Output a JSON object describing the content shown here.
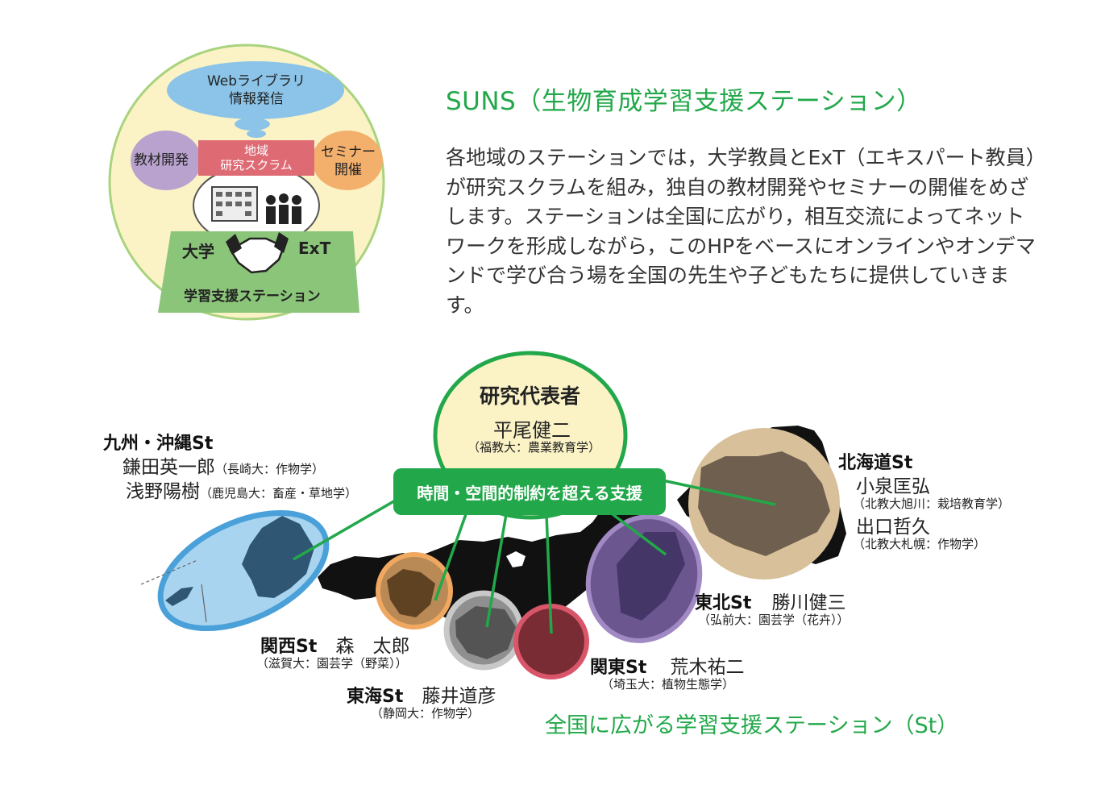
{
  "suns": {
    "title": "SUNS（生物育成学習支援ステーション）",
    "description": "各地域のステーションでは，大学教員とExT（エキスパート教員）が研究スクラムを組み，独自の教材開発やセミナーの開催をめざします。ステーションは全国に広がり，相互交流によってネットワークを形成しながら，このHPをベースにオンラインやオンデマンドで学び合う場を全国の先生や子どもたちに提供していきます。"
  },
  "concept": {
    "web_library": "Webライブラリ",
    "info_dissemination": "情報発信",
    "materials": "教材開発",
    "region": "地域",
    "research_scrum": "研究スクラム",
    "seminar": "セミナー",
    "seminar_held": "開催",
    "university": "大学",
    "ext": "ExT",
    "station": "学習支援ステーション"
  },
  "lead": {
    "title": "研究代表者",
    "name": "平尾健二",
    "affiliation": "（福教大：農業教育学）",
    "banner": "時間・空間的制約を超える支援"
  },
  "stations": {
    "kyushu": {
      "name": "九州・沖縄St",
      "p1": "鎌田英一郎",
      "a1": "（長崎大：作物学）",
      "p2": "浅野陽樹",
      "a2": "（鹿児島大：畜産・草地学）",
      "color": "#5aaee0"
    },
    "kansai": {
      "name": "関西St",
      "p1": "森　太郎",
      "a1": "（滋賀大：園芸学（野菜））",
      "color": "#f0a860"
    },
    "tokai": {
      "name": "東海St",
      "p1": "藤井道彦",
      "a1": "（静岡大：作物学）",
      "color": "#b9b9b9"
    },
    "kanto": {
      "name": "関東St",
      "p1": "荒木祐二",
      "a1": "（埼玉大：植物生態学）",
      "color": "#d9566a"
    },
    "tohoku": {
      "name": "東北St",
      "p1": "勝川健三",
      "a1": "（弘前大：園芸学（花卉））",
      "color": "#9b7fc0"
    },
    "hokkaido": {
      "name": "北海道St",
      "p1": "小泉匡弘",
      "a1": "（北教大旭川：栽培教育学）",
      "p2": "出口哲久",
      "a2": "（北教大札幌：作物学）",
      "color": "#d8c09a"
    }
  },
  "caption": "全国に広がる学習支援ステーション（St）",
  "colors": {
    "green": "#22a84a",
    "cream": "#fbf3c6"
  }
}
